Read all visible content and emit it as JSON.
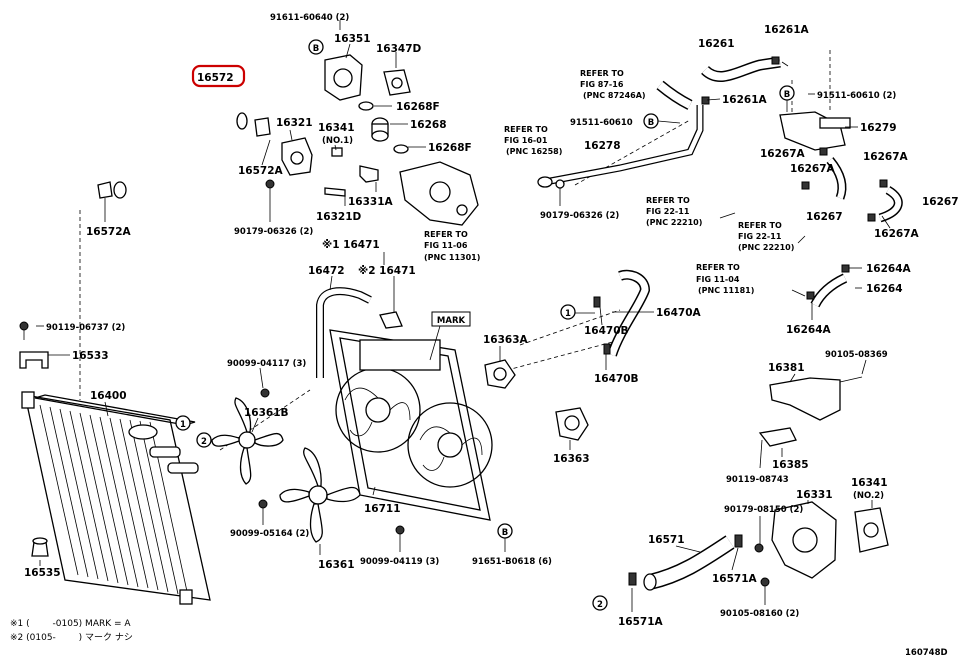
{
  "highlight_color": "#cc0000",
  "labels": {
    "p91611_60640": "91611-60640 (2)",
    "p16351": "16351",
    "p16347D": "16347D",
    "p16572": "16572",
    "p16268F_top": "16268F",
    "p16268": "16268",
    "p16268F_bot": "16268F",
    "p16321": "16321",
    "p16341": "16341",
    "p16341_no1": "(NO.1)",
    "p16572A_mid": "16572A",
    "p16331A": "16331A",
    "p16321D": "16321D",
    "p16572A_left": "16572A",
    "p90179_06326_left": "90179-06326 (2)",
    "p16261": "16261",
    "p16261A_top": "16261A",
    "p16261A_mid": "16261A",
    "p91511_60610_right": "91511-60610 (2)",
    "p91511_60610_mid": "91511-60610",
    "p16278": "16278",
    "p16279": "16279",
    "p16267A_1": "16267A",
    "p16267A_2": "16267A",
    "p16267A_3": "16267A",
    "p16267A_4": "16267A",
    "p16267_a": "16267",
    "p16267_b": "16267",
    "p90179_06326_right": "90179-06326 (2)",
    "p16471_note": "※1 16471",
    "p16472": "16472",
    "p16471_x2": "※2 16471",
    "mark": "MARK",
    "p16363A": "16363A",
    "p16264A_top": "16264A",
    "p16264": "16264",
    "p16264A_bot": "16264A",
    "p16470A": "16470A",
    "p16470B_top": "16470B",
    "p16470B_bot": "16470B",
    "p90119_06737": "90119-06737 (2)",
    "p16533": "16533",
    "p16400": "16400",
    "p90099_04117": "90099-04117 (3)",
    "p16361B": "16361B",
    "p16363": "16363",
    "p16381": "16381",
    "p90105_08369": "90105-08369",
    "p16385": "16385",
    "p90119_08743": "90119-08743",
    "p16711": "16711",
    "p90099_05164": "90099-05164 (2)",
    "p16361": "16361",
    "p90099_04119": "90099-04119 (3)",
    "p91651_b0618": "91651-B0618 (6)",
    "p16535": "16535",
    "p16571": "16571",
    "p16571A_mid": "16571A",
    "p16571A_bot": "16571A",
    "p90179_08150": "90179-08150 (2)",
    "p16331": "16331",
    "p16341_no2": "16341",
    "p16341_no2_sub": "(NO.2)",
    "p90105_08160": "90105-08160 (2)",
    "circle_b": "B",
    "circle_1": "1",
    "circle_2": "2",
    "diagram_id": "160748D"
  },
  "refs": {
    "fig87": [
      "REFER TO",
      "FIG 87-16",
      "(PNC 87246A)"
    ],
    "fig16": [
      "REFER TO",
      "FIG 16-01",
      "(PNC 16258)"
    ],
    "fig11_06": [
      "REFER TO",
      "FIG 11-06",
      "(PNC 11301)"
    ],
    "fig22_a": [
      "REFER TO",
      "FIG 22-11",
      "(PNC 22210)"
    ],
    "fig22_b": [
      "REFER TO",
      "FIG 22-11",
      "(PNC 22210)"
    ],
    "fig11_04": [
      "REFER TO",
      "FIG 11-04",
      "(PNC 11181)"
    ]
  },
  "footnotes": {
    "line1": "※1 (        -0105) MARK = A",
    "line2": "※2 (0105-        ) マーク ナシ"
  }
}
